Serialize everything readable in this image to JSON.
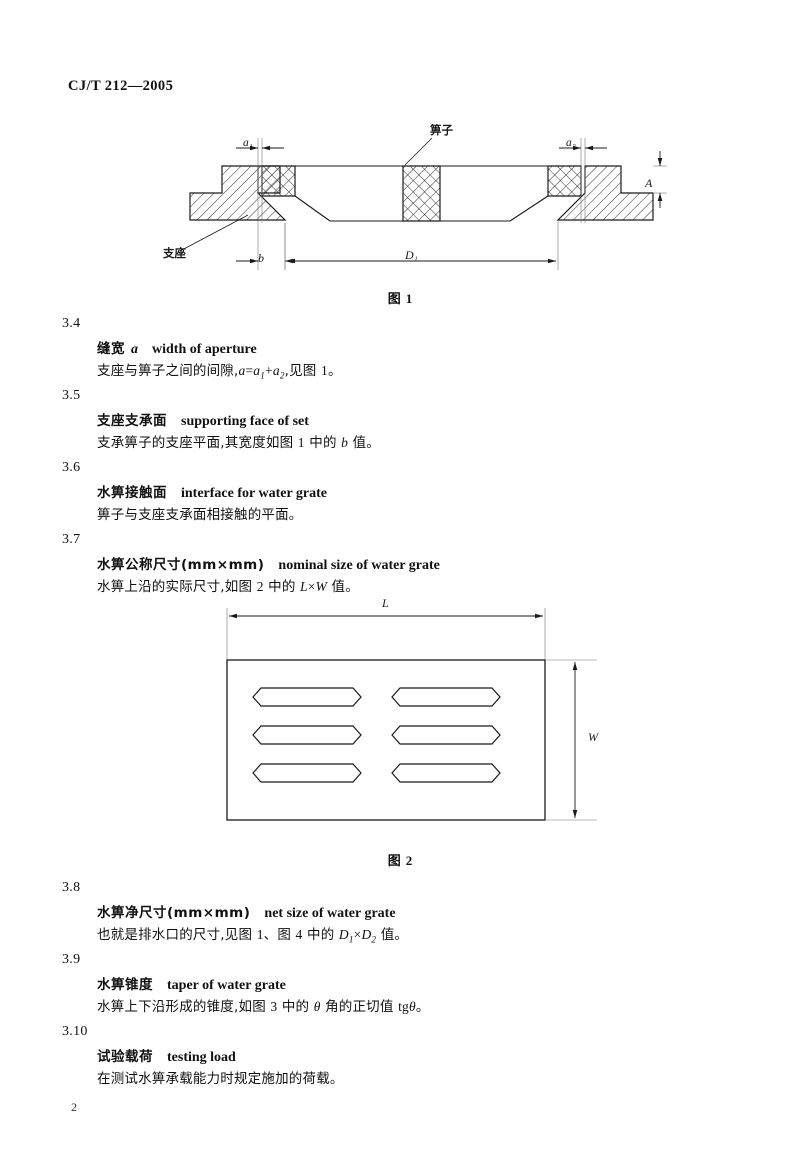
{
  "header": {
    "standard_code": "CJ/T 212—2005"
  },
  "page_number": "2",
  "figure1": {
    "caption_label": "图",
    "caption_number": "1",
    "labels": {
      "grate": "箅子",
      "support": "支座",
      "a1": "a₁",
      "a2": "a₂",
      "b": "b",
      "A": "A",
      "D1": "D₁"
    }
  },
  "figure2": {
    "caption_label": "图",
    "caption_number": "2",
    "labels": {
      "L": "L",
      "W": "W"
    },
    "slot_rows": 3,
    "slot_cols": 2
  },
  "clauses": [
    {
      "number": "3.4",
      "term_cn": "缝宽",
      "term_symbol": "a",
      "term_en": "width of aperture",
      "body_parts": [
        {
          "t": "支座与箅子之间的间隙,",
          "s": "cn"
        },
        {
          "t": "a",
          "s": "ital"
        },
        {
          "t": "=",
          "s": "serif"
        },
        {
          "t": "a",
          "s": "ital"
        },
        {
          "t": "1",
          "s": "sub"
        },
        {
          "t": "+",
          "s": "serif"
        },
        {
          "t": "a",
          "s": "ital"
        },
        {
          "t": "2",
          "s": "sub"
        },
        {
          "t": ",见图 ",
          "s": "cn"
        },
        {
          "t": "1",
          "s": "serif"
        },
        {
          "t": "。",
          "s": "cn"
        }
      ]
    },
    {
      "number": "3.5",
      "term_cn": "支座支承面",
      "term_symbol": "",
      "term_en": "supporting face of set",
      "body_parts": [
        {
          "t": "支承箅子的支座平面,其宽度如图 ",
          "s": "cn"
        },
        {
          "t": "1",
          "s": "serif"
        },
        {
          "t": " 中的 ",
          "s": "cn"
        },
        {
          "t": "b",
          "s": "ital"
        },
        {
          "t": " 值。",
          "s": "cn"
        }
      ]
    },
    {
      "number": "3.6",
      "term_cn": "水箅接触面",
      "term_symbol": "",
      "term_en": "interface for water grate",
      "body_parts": [
        {
          "t": "箅子与支座支承面相接触的平面。",
          "s": "cn"
        }
      ]
    },
    {
      "number": "3.7",
      "term_cn": "水箅公称尺寸(mm×mm)",
      "term_symbol": "",
      "term_en": "nominal size of water grate",
      "body_parts": [
        {
          "t": "水箅上沿的实际尺寸,如图 ",
          "s": "cn"
        },
        {
          "t": "2",
          "s": "serif"
        },
        {
          "t": " 中的 ",
          "s": "cn"
        },
        {
          "t": "L",
          "s": "ital"
        },
        {
          "t": "×",
          "s": "serif"
        },
        {
          "t": "W",
          "s": "ital"
        },
        {
          "t": " 值。",
          "s": "cn"
        }
      ]
    },
    {
      "number": "3.8",
      "term_cn": "水箅净尺寸(mm×mm)",
      "term_symbol": "",
      "term_en": "net size of water grate",
      "body_parts": [
        {
          "t": "也就是排水口的尺寸,见图 ",
          "s": "cn"
        },
        {
          "t": "1",
          "s": "serif"
        },
        {
          "t": "、图 ",
          "s": "cn"
        },
        {
          "t": "4",
          "s": "serif"
        },
        {
          "t": " 中的 ",
          "s": "cn"
        },
        {
          "t": "D",
          "s": "ital"
        },
        {
          "t": "1",
          "s": "sub"
        },
        {
          "t": "×",
          "s": "serif"
        },
        {
          "t": "D",
          "s": "ital"
        },
        {
          "t": "2",
          "s": "sub"
        },
        {
          "t": " 值。",
          "s": "cn"
        }
      ]
    },
    {
      "number": "3.9",
      "term_cn": "水箅锥度",
      "term_symbol": "",
      "term_en": "taper of water grate",
      "body_parts": [
        {
          "t": "水箅上下沿形成的锥度,如图 ",
          "s": "cn"
        },
        {
          "t": "3",
          "s": "serif"
        },
        {
          "t": " 中的 ",
          "s": "cn"
        },
        {
          "t": "θ",
          "s": "ital"
        },
        {
          "t": " 角的正切值 ",
          "s": "cn"
        },
        {
          "t": "tg",
          "s": "serif"
        },
        {
          "t": "θ",
          "s": "ital"
        },
        {
          "t": "。",
          "s": "cn"
        }
      ]
    },
    {
      "number": "3.10",
      "term_cn": "试验载荷",
      "term_symbol": "",
      "term_en": "testing load",
      "body_parts": [
        {
          "t": "在测试水箅承载能力时规定施加的荷载。",
          "s": "cn"
        }
      ]
    }
  ]
}
